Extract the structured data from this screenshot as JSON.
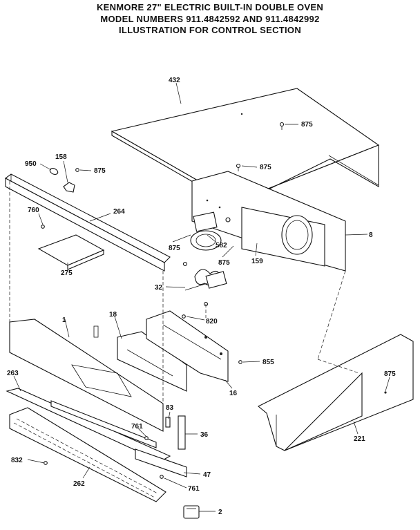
{
  "header": {
    "line1": "KENMORE 27\" ELECTRIC BUILT-IN DOUBLE OVEN",
    "line2": "MODEL NUMBERS 911.4842592 AND 911.4842992",
    "line3": "ILLUSTRATION FOR CONTROL SECTION"
  },
  "labels": {
    "p432": "432",
    "p875a": "875",
    "p875b": "875",
    "p950": "950",
    "p158": "158",
    "p875c": "875",
    "p760": "760",
    "p264": "264",
    "p8": "8",
    "p875d": "875",
    "p582": "582",
    "p875e": "875",
    "p159": "159",
    "p275": "275",
    "p32": "32",
    "p18": "18",
    "p1": "1",
    "p820": "820",
    "p855": "855",
    "p16": "16",
    "p875f": "875",
    "p263": "263",
    "p83": "83",
    "p761a": "761",
    "p36": "36",
    "p221": "221",
    "p832": "832",
    "p47": "47",
    "p262": "262",
    "p761b": "761",
    "p2": "2"
  }
}
